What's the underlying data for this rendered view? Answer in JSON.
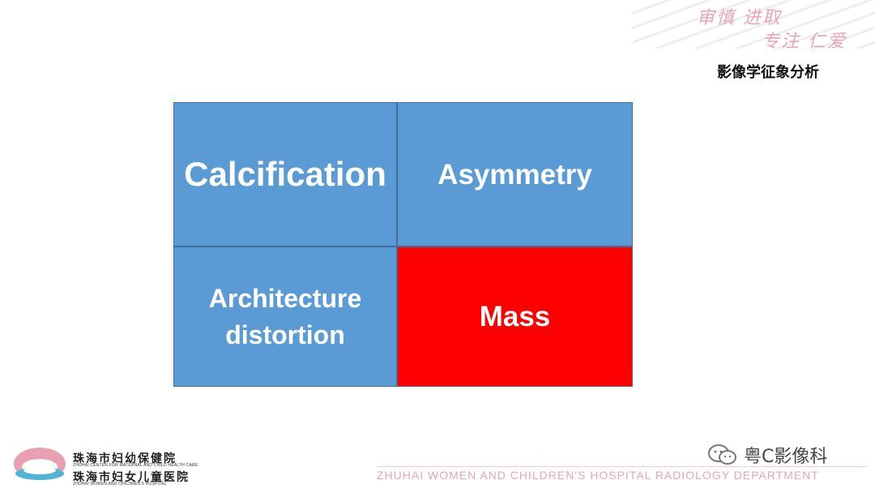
{
  "header": {
    "motto_line1": "审慎 进取",
    "motto_line2": "专注 仁爱",
    "subject": "影像学征象分析"
  },
  "grid": {
    "cells": [
      {
        "label": "Calcification"
      },
      {
        "label": "Asymmetry"
      },
      {
        "label_line1": "Architecture",
        "label_line2": "distortion"
      },
      {
        "label": "Mass"
      }
    ]
  },
  "footer": {
    "cn_name1": "珠海市妇幼保健院",
    "en_name1": "ZHUHAI CENTER FOR MATERNAL AND CHILD HEALTH CARE",
    "cn_name2": "珠海市妇女儿童医院",
    "en_name2": "ZHUHAI WOMEN AND CHILDREN'S HOSPITAL",
    "department": "ZHUHAI WOMEN AND CHILDREN'S HOSPITAL RADIOLOGY DEPARTMENT",
    "wechat_account": "粤C影像科"
  },
  "colors": {
    "cell_blue": "#5b9bd5",
    "cell_red": "#ff0000",
    "accent_pink": "#e8a6b4"
  },
  "icons": [
    "hospital-logo-icon",
    "wechat-icon"
  ]
}
